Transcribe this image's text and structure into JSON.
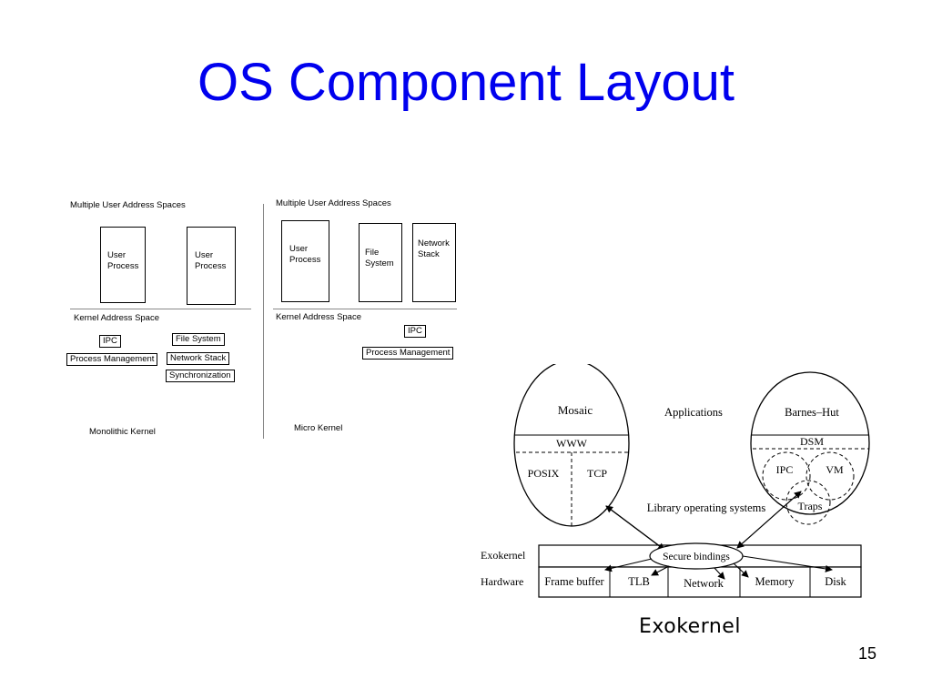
{
  "slide": {
    "title": "OS Component Layout",
    "page_number": "15",
    "caption": "Exokernel"
  },
  "monolithic": {
    "user_space_label": "Multiple User Address Spaces",
    "processes": [
      "User\nProcess",
      "User\nProcess"
    ],
    "kernel_space_label": "Kernel Address Space",
    "components": [
      "IPC",
      "Process Management",
      "File System",
      "Network Stack",
      "Synchronization"
    ],
    "name": "Monolithic Kernel"
  },
  "micro": {
    "user_space_label": "Multiple User Address Spaces",
    "processes": [
      "User\nProcess",
      "File\nSystem",
      "Network\nStack"
    ],
    "kernel_space_label": "Kernel Address Space",
    "components": [
      "IPC",
      "Process Management"
    ],
    "name": "Micro Kernel"
  },
  "exokernel": {
    "app_left": "Mosaic",
    "app_left_layer": "WWW",
    "app_left_parts": [
      "POSIX",
      "TCP"
    ],
    "applications_label": "Applications",
    "app_right": "Barnes–Hut",
    "app_right_layer": "DSM",
    "app_right_parts": [
      "IPC",
      "VM",
      "Traps"
    ],
    "libos_label": "Library operating systems",
    "row_exokernel": "Exokernel",
    "secure_bindings": "Secure bindings",
    "row_hardware": "Hardware",
    "hardware": [
      "Frame buffer",
      "TLB",
      "Network",
      "Memory",
      "Disk"
    ]
  }
}
